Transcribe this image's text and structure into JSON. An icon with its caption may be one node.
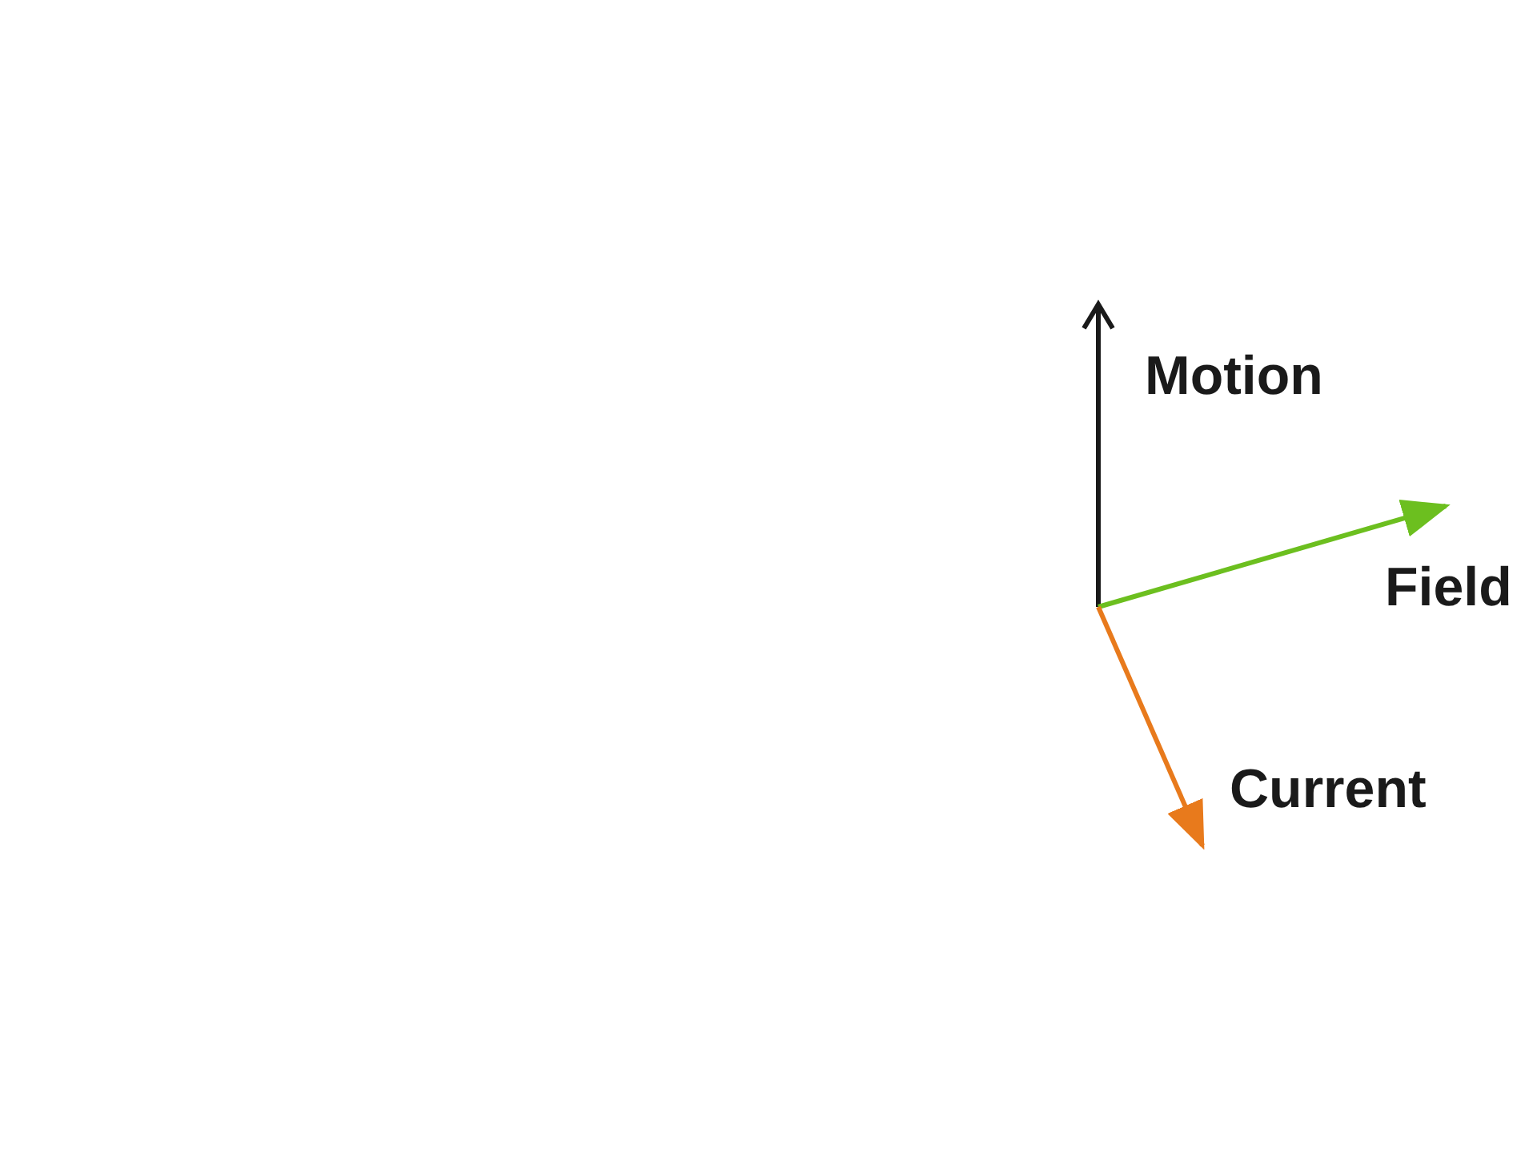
{
  "diagram": {
    "labels": [
      "Motion",
      "Field",
      "Current"
    ]
  }
}
